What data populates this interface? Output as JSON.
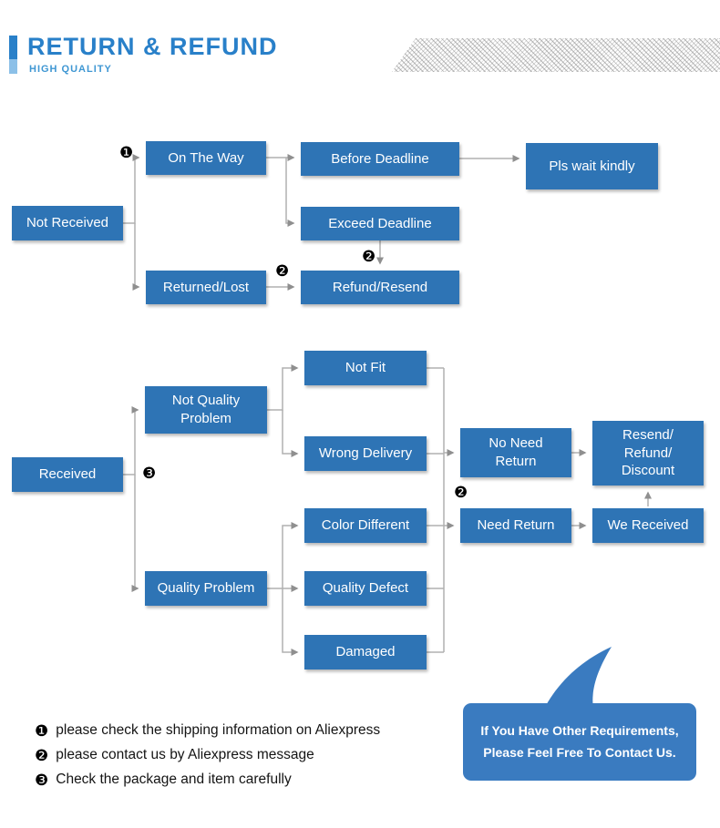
{
  "header": {
    "title": "RETURN & REFUND",
    "subtitle": "HIGH QUALITY"
  },
  "flowchart": {
    "nodes": {
      "not_received": "Not Received",
      "on_the_way": "On The Way",
      "before_deadline": "Before Deadline",
      "pls_wait_kindly": "Pls wait kindly",
      "exceed_deadline": "Exceed Deadline",
      "returned_lost": "Returned/Lost",
      "refund_resend": "Refund/Resend",
      "received": "Received",
      "not_quality_problem": "Not Quality\nProblem",
      "not_fit": "Not Fit",
      "wrong_delivery": "Wrong Delivery",
      "quality_problem": "Quality Problem",
      "color_different": "Color Different",
      "quality_defect": "Quality Defect",
      "damaged": "Damaged",
      "no_need_return": "No Need\nReturn",
      "need_return": "Need Return",
      "resend_refund_discount": "Resend/\nRefund/\nDiscount",
      "we_received": "We Received"
    },
    "badges": {
      "b1": "❶",
      "b2": "❷",
      "b3": "❸"
    }
  },
  "notes": [
    {
      "badge": "❶",
      "text": "please check the shipping information on Aliexpress"
    },
    {
      "badge": "❷",
      "text": "please contact us by Aliexpress message"
    },
    {
      "badge": "❸",
      "text": "Check the package and item carefully"
    }
  ],
  "bubble": {
    "text": "If You Have Other Requirements,\nPlease Feel Free To Contact Us."
  },
  "colors": {
    "box_blue": "#2e74b5",
    "bubble_blue": "#3a7bc0",
    "title_blue": "#2980c9",
    "line_gray": "#b0b0b0"
  }
}
